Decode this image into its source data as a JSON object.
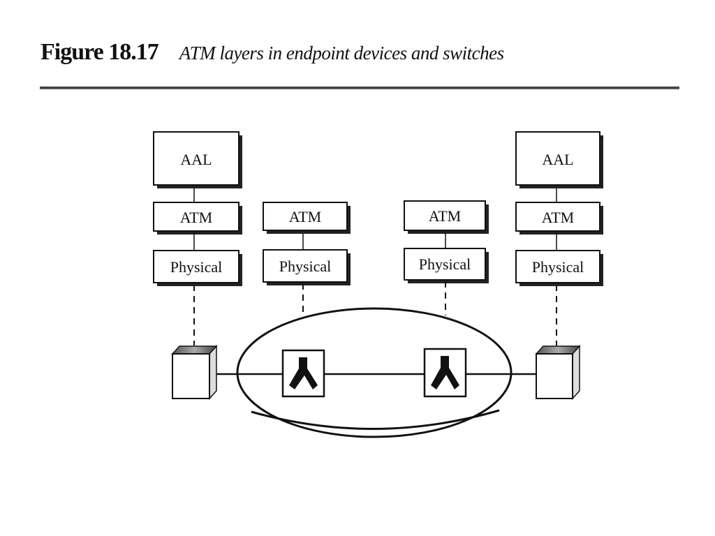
{
  "caption": {
    "figure_number": "Figure 18.17",
    "title": "ATM layers in endpoint devices and switches"
  },
  "stacks": [
    {
      "layers": [
        "AAL",
        "ATM",
        "Physical"
      ]
    },
    {
      "layers": [
        "ATM",
        "Physical"
      ]
    },
    {
      "layers": [
        "ATM",
        "Physical"
      ]
    },
    {
      "layers": [
        "AAL",
        "ATM",
        "Physical"
      ]
    }
  ],
  "colors": {
    "ink": "#111111",
    "shadow": "#222222",
    "background": "#ffffff"
  },
  "icons": [
    "endpoint-device-icon",
    "atm-switch-icon",
    "atm-switch-icon",
    "endpoint-device-icon"
  ]
}
